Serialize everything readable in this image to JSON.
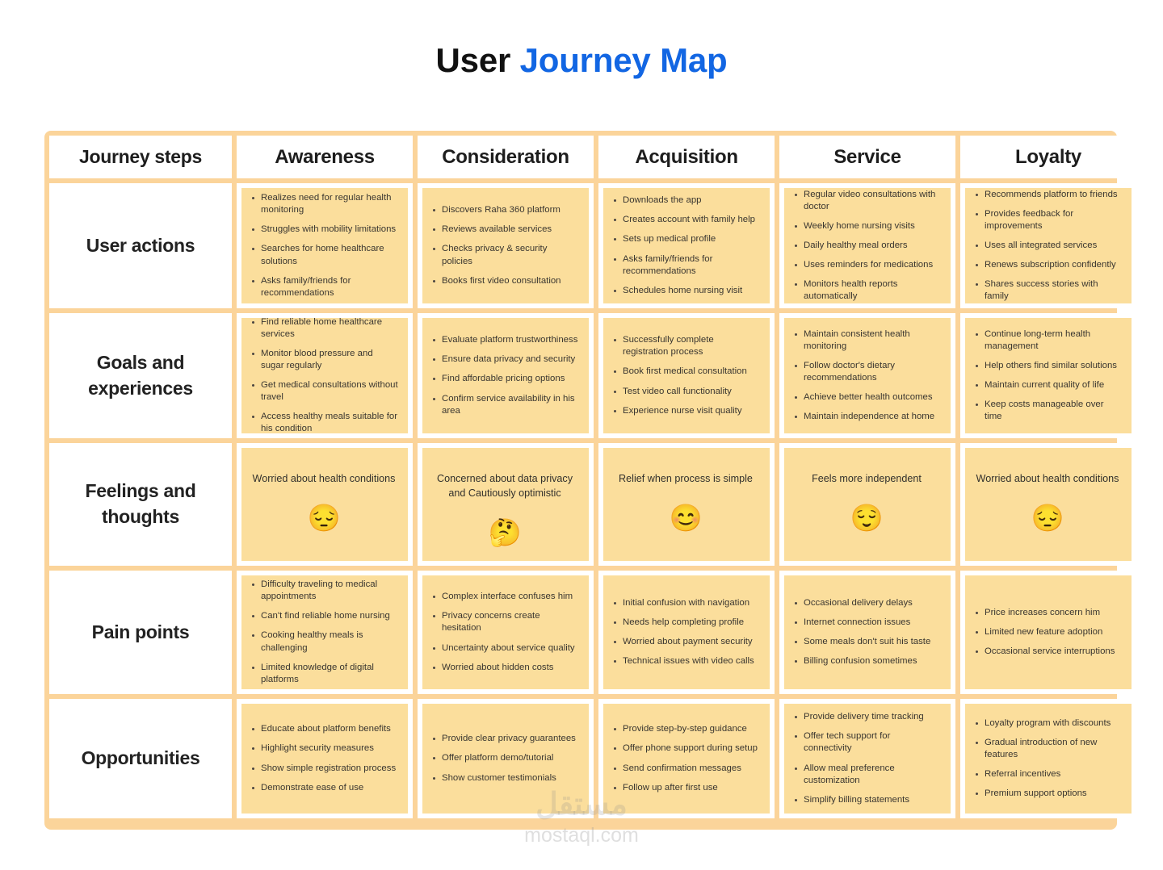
{
  "title": {
    "plain": "User",
    "accent": "Journey Map",
    "accent_color": "#1266E3"
  },
  "colors": {
    "grid": "#FBD49A",
    "card": "#FBDE9C",
    "cell_bg": "#FFFFFF",
    "text": "#3A3630"
  },
  "columns": [
    {
      "label": "Journey steps"
    },
    {
      "label": "Awareness"
    },
    {
      "label": "Consideration"
    },
    {
      "label": "Acquisition"
    },
    {
      "label": "Service"
    },
    {
      "label": "Loyalty"
    }
  ],
  "rows": [
    {
      "label": "User actions",
      "cells": [
        {
          "type": "list",
          "items": [
            "Realizes need for regular health monitoring",
            "Struggles with mobility limitations",
            "Searches for home healthcare solutions",
            "Asks family/friends for recommendations"
          ]
        },
        {
          "type": "list",
          "items": [
            "Discovers Raha 360 platform",
            "Reviews available services",
            "Checks privacy & security policies",
            "Books first video consultation"
          ]
        },
        {
          "type": "list",
          "items": [
            "Downloads the app",
            "Creates account with family help",
            "Sets up medical profile",
            "Asks family/friends for recommendations",
            "Schedules home nursing visit"
          ]
        },
        {
          "type": "list",
          "items": [
            "Regular video consultations with doctor",
            "Weekly home nursing visits",
            "Daily healthy meal orders",
            "Uses reminders for medications",
            "Monitors health reports automatically"
          ]
        },
        {
          "type": "list",
          "items": [
            "Recommends platform to friends",
            "Provides feedback for improvements",
            "Uses all integrated services",
            "Renews subscription confidently",
            "Shares success stories with family"
          ]
        }
      ]
    },
    {
      "label": "Goals and experiences",
      "cells": [
        {
          "type": "list",
          "items": [
            "Find reliable home healthcare services",
            "Monitor blood pressure and sugar regularly",
            "Get medical consultations without travel",
            "Access healthy meals suitable for his condition"
          ]
        },
        {
          "type": "list",
          "items": [
            "Evaluate platform trustworthiness",
            "Ensure data privacy and security",
            "Find affordable pricing options",
            "Confirm service availability in his area"
          ]
        },
        {
          "type": "list",
          "items": [
            "Successfully complete registration process",
            "Book first medical consultation",
            "Test video call functionality",
            "Experience nurse visit quality"
          ]
        },
        {
          "type": "list",
          "items": [
            "Maintain consistent health monitoring",
            "Follow doctor's dietary recommendations",
            "Achieve better health outcomes",
            "Maintain independence at home"
          ]
        },
        {
          "type": "list",
          "items": [
            "Continue long-term health management",
            "Help others find similar solutions",
            "Maintain current quality of life",
            "Keep costs manageable over time"
          ]
        }
      ]
    },
    {
      "label": "Feelings and thoughts",
      "cells": [
        {
          "type": "feeling",
          "text": "Worried about health conditions",
          "emoji": "😔",
          "emoji_name": "pensive-face-emoji"
        },
        {
          "type": "feeling",
          "text": "Concerned about data privacy and Cautiously optimistic",
          "emoji": "🤔",
          "emoji_name": "thinking-face-emoji"
        },
        {
          "type": "feeling",
          "text": "Relief when process is simple",
          "emoji": "😊",
          "emoji_name": "smiling-face-emoji"
        },
        {
          "type": "feeling",
          "text": "Feels more independent",
          "emoji": "😌",
          "emoji_name": "relieved-face-emoji"
        },
        {
          "type": "feeling",
          "text": "Worried about health conditions",
          "emoji": "😔",
          "emoji_name": "pensive-face-emoji"
        }
      ]
    },
    {
      "label": "Pain points",
      "cells": [
        {
          "type": "list",
          "items": [
            "Difficulty traveling to medical appointments",
            "Can't find reliable home nursing",
            "Cooking healthy meals is challenging",
            "Limited knowledge of digital platforms"
          ]
        },
        {
          "type": "list",
          "items": [
            "Complex interface confuses him",
            "Privacy concerns create hesitation",
            "Uncertainty about service quality",
            "Worried about hidden costs"
          ]
        },
        {
          "type": "list",
          "items": [
            "Initial confusion with navigation",
            "Needs help completing profile",
            "Worried about payment security",
            "Technical issues with video calls"
          ]
        },
        {
          "type": "list",
          "items": [
            "Occasional delivery delays",
            "Internet connection issues",
            "Some meals don't suit his taste",
            "Billing confusion sometimes"
          ]
        },
        {
          "type": "list",
          "items": [
            "Price increases concern him",
            "Limited new feature adoption",
            "Occasional service interruptions"
          ]
        }
      ]
    },
    {
      "label": "Opportunities",
      "cells": [
        {
          "type": "list",
          "items": [
            "Educate about platform benefits",
            "Highlight security measures",
            "Show simple registration process",
            "Demonstrate ease of use"
          ]
        },
        {
          "type": "list",
          "items": [
            "Provide clear privacy guarantees",
            "Offer platform demo/tutorial",
            "Show customer testimonials"
          ]
        },
        {
          "type": "list",
          "items": [
            "Provide step-by-step guidance",
            "Offer phone support during setup",
            "Send confirmation messages",
            "Follow up after first use"
          ]
        },
        {
          "type": "list",
          "items": [
            "Provide delivery time tracking",
            "Offer tech support for connectivity",
            "Allow meal preference customization",
            "Simplify billing statements"
          ]
        },
        {
          "type": "list",
          "items": [
            "Loyalty program with discounts",
            "Gradual introduction of new features",
            "Referral incentives",
            "Premium support options"
          ]
        }
      ]
    }
  ],
  "watermark": {
    "arabic": "مستقل",
    "latin": "mostaql.com"
  }
}
